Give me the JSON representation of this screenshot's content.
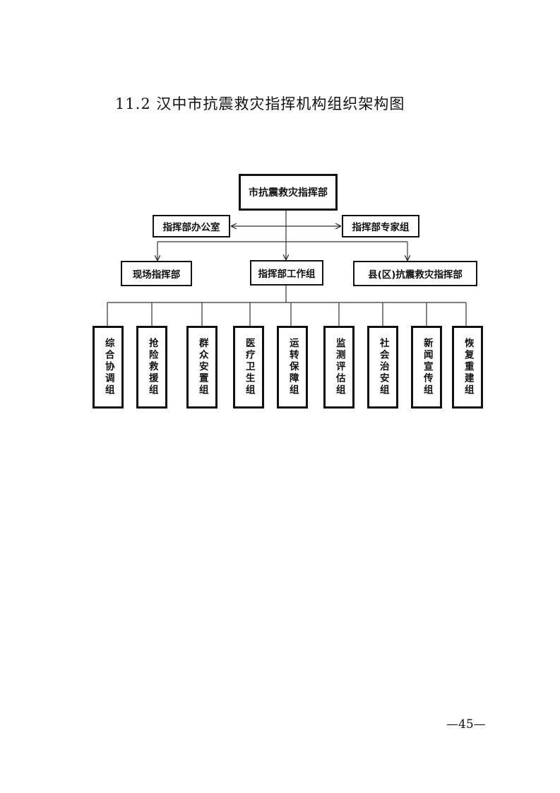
{
  "document": {
    "title": "11.2 汉中市抗震救灾指挥机构组织架构图",
    "page_number": "—45—"
  },
  "org_chart": {
    "headquarters": "市抗震救灾指挥部",
    "office": "指挥部办公室",
    "expert_group": "指挥部专家组",
    "onsite_command": "现场指挥部",
    "work_group": "指挥部工作组",
    "county_command": "县(区)抗震救灾指挥部",
    "groups": [
      "综合协调组",
      "抢险救援组",
      "群众安置组",
      "医疗卫生组",
      "运转保障组",
      "监测评估组",
      "社会治安组",
      "新闻宣传组",
      "恢复重建组"
    ]
  }
}
